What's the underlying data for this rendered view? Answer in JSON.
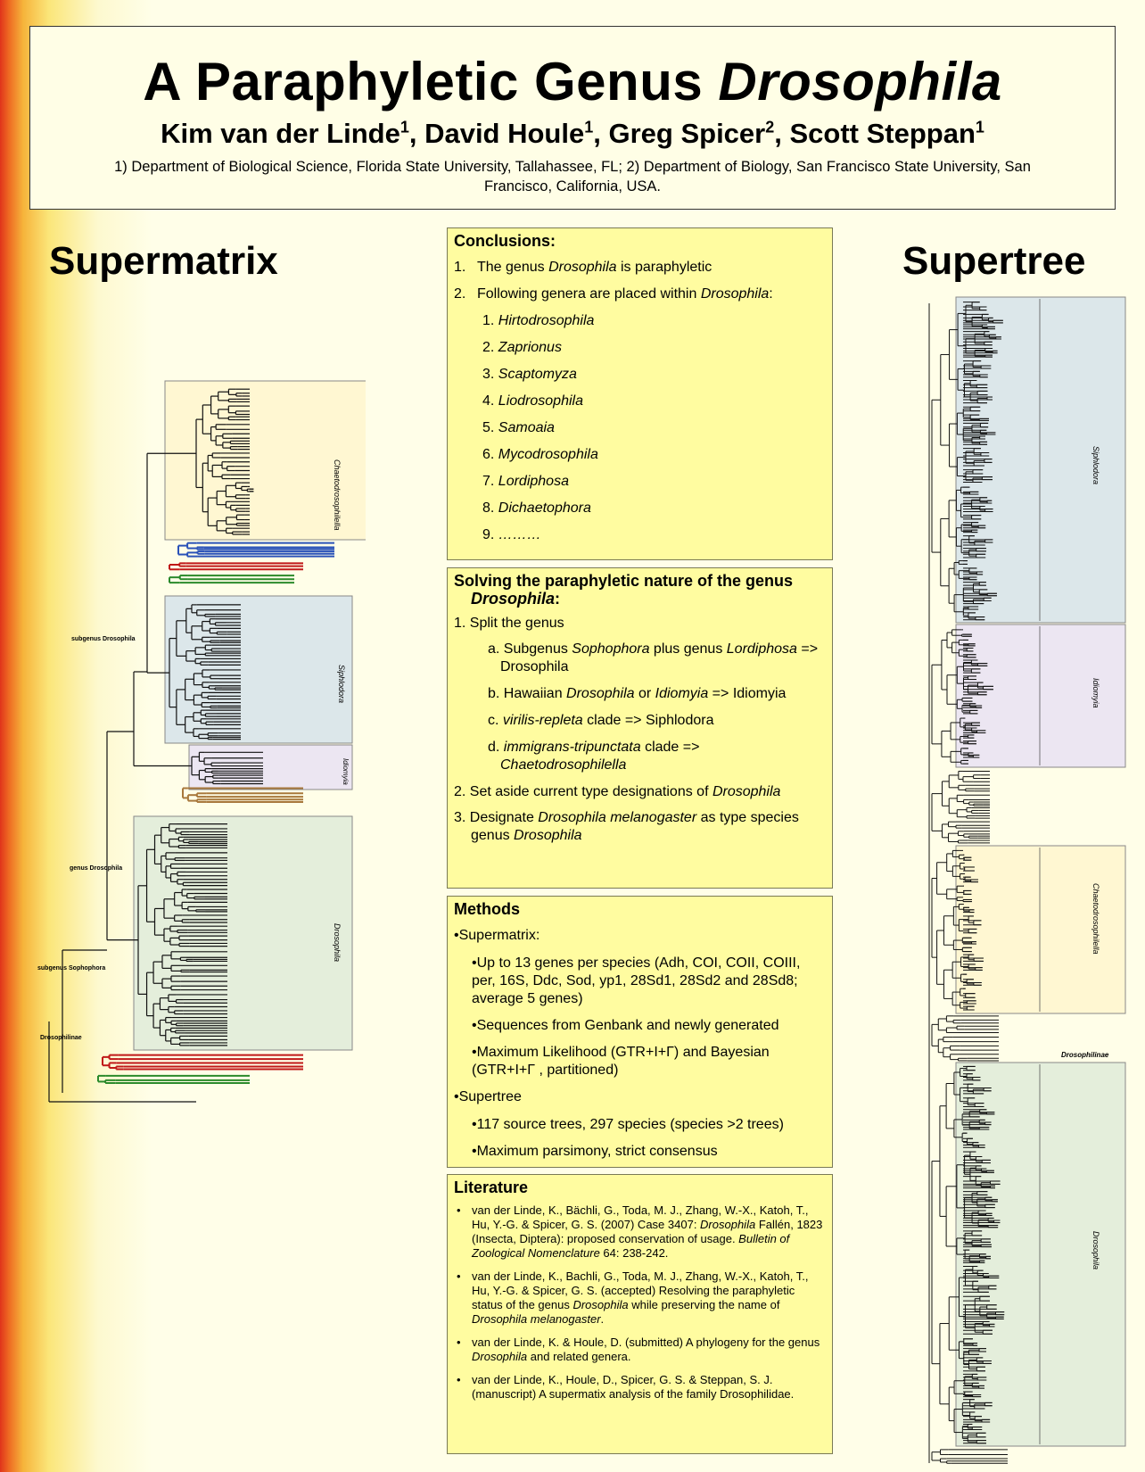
{
  "header": {
    "title_main": "A Paraphyletic Genus ",
    "title_italic": "Drosophila",
    "authors": [
      {
        "name": "Kim van der Linde",
        "sup": "1",
        "sep": ", "
      },
      {
        "name": "David Houle",
        "sup": "1",
        "sep": ", "
      },
      {
        "name": "Greg Spicer",
        "sup": "2",
        "sep": ", "
      },
      {
        "name": "Scott Steppan",
        "sup": "1",
        "sep": ""
      }
    ],
    "affiliations": "1) Department of Biological Science, Florida State University, Tallahassee, FL; 2) Department of Biology, San Francisco State University, San Francisco, California, USA."
  },
  "supermatrix_heading": "Supermatrix",
  "supertree_heading": "Supertree",
  "conclusions": {
    "title": "Conclusions:",
    "item1_num": "1.",
    "item1_pre": "The genus ",
    "item1_em": "Drosophila",
    "item1_post": " is paraphyletic",
    "item2_num": "2.",
    "item2_pre": "Following genera are placed within ",
    "item2_em": "Drosophila",
    "item2_post": ":",
    "genera": [
      {
        "n": "1.",
        "name": "Hirtodrosophila"
      },
      {
        "n": "2.",
        "name": "Zaprionus"
      },
      {
        "n": "3.",
        "name": "Scaptomyza"
      },
      {
        "n": "4.",
        "name": "Liodrosophila"
      },
      {
        "n": "5.",
        "name": "Samoaia"
      },
      {
        "n": "6.",
        "name": "Mycodrosophila"
      },
      {
        "n": "7.",
        "name": "Lordiphosa"
      },
      {
        "n": "8.",
        "name": "Dichaetophora"
      },
      {
        "n": "9.",
        "name": "………"
      }
    ]
  },
  "solving": {
    "title_pre": "Solving the paraphyletic nature of the genus ",
    "title_em": "Drosophila",
    "title_post": ":",
    "step1": "1. Split the genus",
    "a_pre": "a. Subgenus ",
    "a_em1": "Sophophora",
    "a_mid": " plus genus ",
    "a_em2": "Lordiphosa",
    "a_post": " => Drosophila",
    "b_pre": "b. Hawaiian ",
    "b_em1": "Drosophila",
    "b_mid": " or ",
    "b_em2": "Idiomyia",
    "b_post": " => Idiomyia",
    "c_pre": "c. ",
    "c_em": "virilis-repleta",
    "c_post": " clade => Siphlodora",
    "d_pre": "d. ",
    "d_em": "immigrans-tripunctata",
    "d_mid": " clade => ",
    "d_em2": "Chaetodrosophilella",
    "step2_pre": "2. Set aside current type designations of ",
    "step2_em": "Drosophila",
    "step3_pre": "3. Designate ",
    "step3_em1": "Drosophila melanogaster",
    "step3_mid": " as type species genus ",
    "step3_em2": "Drosophila"
  },
  "methods": {
    "title": "Methods",
    "supermatrix": "•Supermatrix:",
    "sm1": "•Up to 13 genes per species (Adh, COI, COII, COIII, per, 16S, Ddc, Sod, yp1, 28Sd1, 28Sd2 and 28Sd8; average 5 genes)",
    "sm2": "•Sequences from Genbank and newly generated",
    "sm3": "•Maximum Likelihood (GTR+I+Γ) and Bayesian (GTR+I+Γ , partitioned)",
    "supertree": "•Supertree",
    "st1": "•117 source trees, 297 species (species >2 trees)",
    "st2": "•Maximum parsimony, strict consensus"
  },
  "literature": {
    "title": "Literature",
    "refs": [
      {
        "a": "van der Linde, K., Bächli, G., Toda, M. J., Zhang, W.-X., Katoh, T., Hu, Y.-G. & Spicer, G. S. (2007) Case 3407: ",
        "e": "Drosophila",
        "b": " Fallén, 1823 (Insecta, Diptera): proposed conservation of usage. ",
        "e2": "Bulletin of Zoological Nomenclature",
        "c": " 64: 238-242."
      },
      {
        "a": "van der Linde, K., Bachli, G., Toda, M. J., Zhang, W.-X., Katoh, T., Hu, Y.-G. & Spicer, G. S. (accepted) Resolving the paraphyletic status of the genus ",
        "e": "Drosophila",
        "b": " while preserving the name of ",
        "e2": "Drosophila melanogaster",
        "c": "."
      },
      {
        "a": "van der Linde, K. & Houle, D. (submitted) A phylogeny for the genus ",
        "e": "Drosophila",
        "b": " and related genera.",
        "e2": "",
        "c": ""
      },
      {
        "a": "van der Linde, K., Houle, D., Spicer, G. S. & Steppan, S. J. (manuscript) A supermatix analysis of the family Drosophilidae.",
        "e": "",
        "b": "",
        "e2": "",
        "c": ""
      }
    ]
  },
  "supermatrix_labels": {
    "clade1": "Chaetodrosophilella",
    "clade2": "Siphlodora",
    "clade3": "Idiomyia",
    "clade4": "Drosophila",
    "subgenus": "subgenus Drosophila",
    "genus": "genus Drosophila",
    "sophophora": "subgenus Sophophora",
    "drosophilinae": "Drosophilinae"
  },
  "supertree_labels": {
    "clade1": "Siphlodora",
    "clade2": "Idiomyia",
    "clade3": "Chaetodrosophilella",
    "clade4": "Drosophila",
    "mid": "Drosophilinae"
  },
  "colors": {
    "cream": "#fff7d2",
    "blue": "#dce7ea",
    "lavender": "#ece6f2",
    "green": "#e4eedb",
    "blue_line": "#2a52b8",
    "red_line": "#c01818",
    "brown_line": "#a8783c",
    "green_line": "#2b8a2b"
  }
}
